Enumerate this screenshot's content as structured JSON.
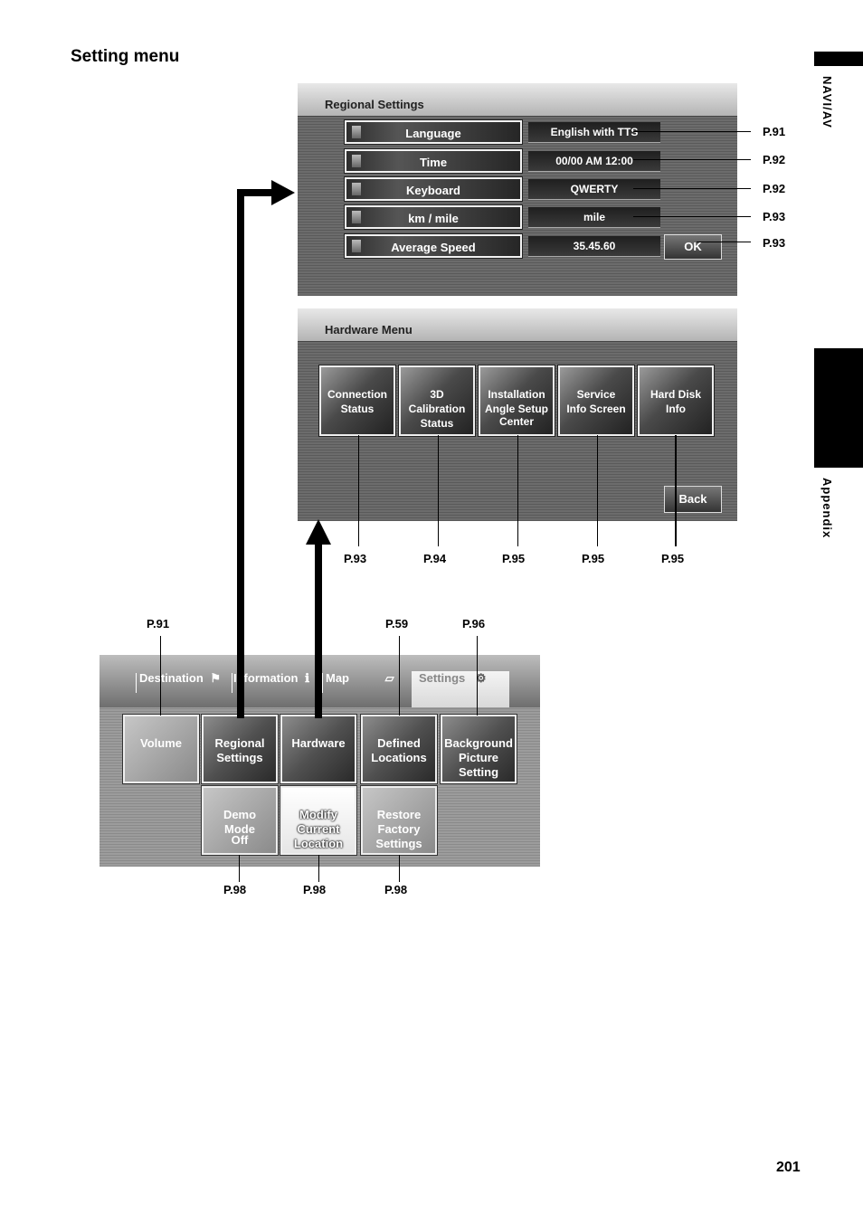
{
  "page": {
    "title": "Setting menu",
    "side_label_top": "NAVI/AV",
    "side_label_bottom": "Appendix",
    "page_number": "201"
  },
  "regional_settings": {
    "title": "Regional Settings",
    "rows": [
      {
        "label": "Language",
        "value": "English with TTS",
        "ref": "P.91"
      },
      {
        "label": "Time",
        "value": "00/00 AM 12:00",
        "ref": "P.92"
      },
      {
        "label": "Keyboard",
        "value": "QWERTY",
        "ref": "P.92"
      },
      {
        "label": "km / mile",
        "value": "mile",
        "ref": "P.93"
      },
      {
        "label": "Average Speed",
        "value": "35.45.60",
        "ref": "P.93"
      }
    ],
    "ok_label": "OK"
  },
  "hardware_menu": {
    "title": "Hardware Menu",
    "buttons": [
      {
        "label": "Connection\nStatus",
        "sub": "",
        "ref": "P.93"
      },
      {
        "label": "3D\nCalibration\nStatus",
        "sub": "",
        "ref": "P.94"
      },
      {
        "label": "Installation\nAngle Setup",
        "sub": "Center",
        "ref": "P.95"
      },
      {
        "label": "Service\nInfo Screen",
        "sub": "",
        "ref": "P.95"
      },
      {
        "label": "Hard Disk\nInfo",
        "sub": "",
        "ref": "P.95"
      }
    ],
    "back_label": "Back"
  },
  "main_menu": {
    "tabs": [
      "Destination",
      "Information",
      "Map",
      "Settings"
    ],
    "row1": [
      {
        "label": "Volume",
        "sub": "",
        "ref": "P.91"
      },
      {
        "label": "Regional\nSettings",
        "sub": "",
        "ref": ""
      },
      {
        "label": "Hardware",
        "sub": "",
        "ref": ""
      },
      {
        "label": "Defined\nLocations",
        "sub": "",
        "ref": "P.59"
      },
      {
        "label": "Background\nPicture\nSetting",
        "sub": "",
        "ref": "P.96"
      }
    ],
    "row2": [
      {
        "label": "Demo\nMode",
        "sub": "Off",
        "ref": "P.98"
      },
      {
        "label": "Modify\nCurrent\nLocation",
        "sub": "",
        "ref": "P.98"
      },
      {
        "label": "Restore\nFactory\nSettings",
        "sub": "",
        "ref": "P.98"
      }
    ]
  }
}
